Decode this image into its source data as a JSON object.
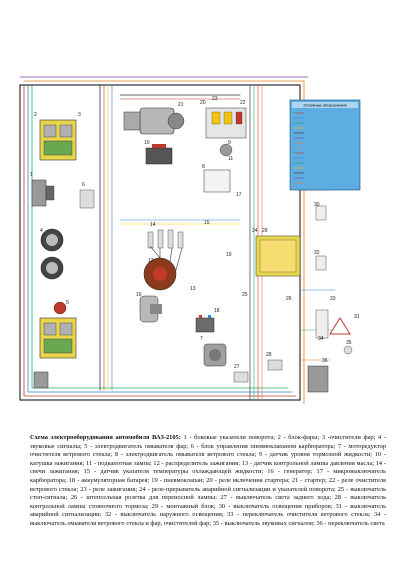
{
  "legend": {
    "title": "Условные обозначения"
  },
  "component_numbers": [
    "1",
    "2",
    "3",
    "4",
    "5",
    "6",
    "7",
    "8",
    "9",
    "10",
    "11",
    "12",
    "13",
    "14",
    "15",
    "16",
    "17",
    "18",
    "19",
    "20",
    "21",
    "22",
    "23",
    "24",
    "25",
    "26",
    "27",
    "28",
    "29",
    "30",
    "31",
    "32",
    "33",
    "34",
    "35",
    "36"
  ],
  "caption": {
    "title": "Схема электрооборудования автомобиля ВАЗ-2105:",
    "body": " 1 - боковые указатели поворота; 2 - блок-фары; 3 -очистители фар; 4 - звуковые сигналы; 5 - электродвигатель омывателя фар; 6 - блок управления пневмоклапаном карбюратора; 7 - моторедуктор очистителя ветрового стекла; 8 - электродвигатель омывателя ветрового стекла; 9 - датчик уровня тормозной жидкости; 10 - катушка зажигания; 11 - подкапотная лампа; 12 - распределитель зажигания; 13 - датчик контрольной лампы давления масла; 14 - свечи зажигания; 15 - датчик указателя температуры охлаждающей жидкости; 16 - генератор; 17 - микровыключатель карбюратора; 18 - аккумуляторная батарея; 19 - пневмоклапан; 20 - реле включения стартера; 21 - стартер; 22 - реле очистителя ветрового стекла; 23 - реле зажигания; 24 - реле-прерыватель аварийной сигнализации и указателей поворота; 25 - выключатель стоп-сигнала; 26 - штепсельная розетка для переносной лампы; 27 - выключатель света заднего хода; 28 - выключатель контрольной лампы стояночного тормоза; 29 - монтажный блок; 30 - выключатель освещения приборов; 31 - выключатель аварийной сигнализации; 32 - выключатель наружного освещения; 33 - переключатель очистителя ветрового стекла; 34 - выключатель омывателя ветрового стекла и фар, очистителей фар; 35 - выключатель звуковых сигналов; 36 - переключатель света"
  }
}
